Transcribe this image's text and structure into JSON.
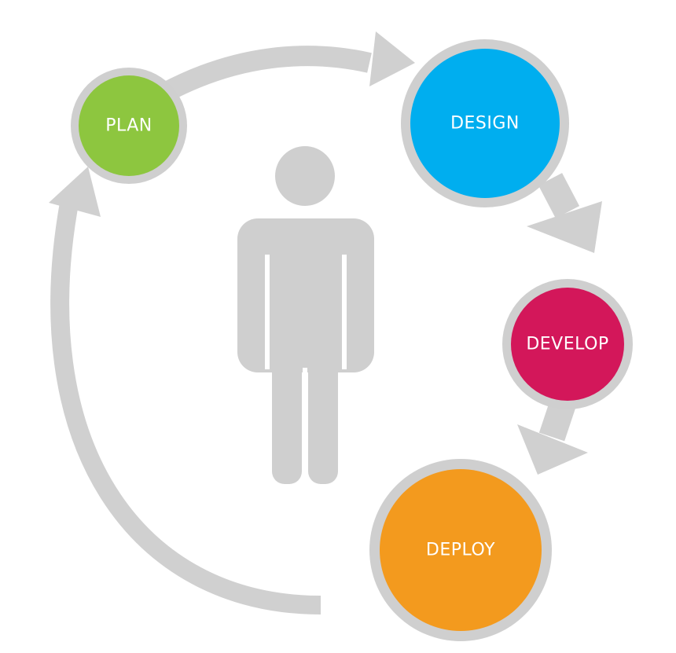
{
  "colors": {
    "arrow": "#d0d0d0",
    "ring": "#cfcfcf",
    "person": "#cfcfcf",
    "background": "#ffffff"
  },
  "stages": [
    {
      "id": "plan",
      "label": "PLAN",
      "color": "#8dc63f"
    },
    {
      "id": "design",
      "label": "DESIGN",
      "color": "#00aeef"
    },
    {
      "id": "develop",
      "label": "DEVELOP",
      "color": "#d3175a"
    },
    {
      "id": "deploy",
      "label": "DEPLOY",
      "color": "#f39a1e"
    }
  ],
  "icons": {
    "center": "person-icon"
  }
}
